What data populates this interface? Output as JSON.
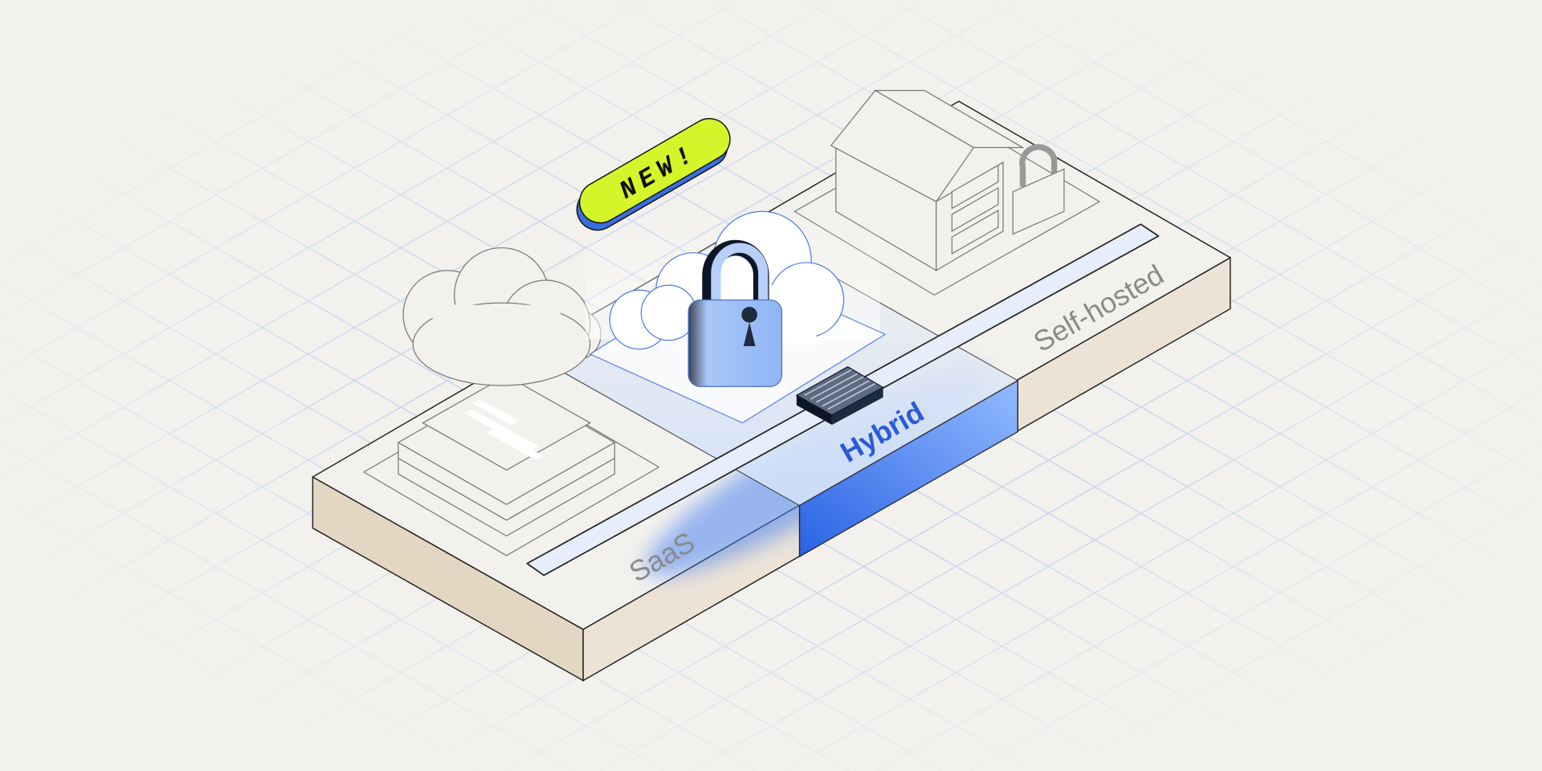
{
  "badge": {
    "label": "NEW!"
  },
  "options": [
    {
      "id": "saas",
      "label": "SaaS"
    },
    {
      "id": "hybrid",
      "label": "Hybrid"
    },
    {
      "id": "self-hosted",
      "label": "Self-hosted"
    }
  ],
  "selected_option": "Hybrid",
  "colors": {
    "background": "#f3f1ed",
    "grid": "#c7d5f3",
    "accent_blue": "#2f6ae6",
    "badge_green": "#d4f52a",
    "platform_face": "#e6dccd"
  }
}
